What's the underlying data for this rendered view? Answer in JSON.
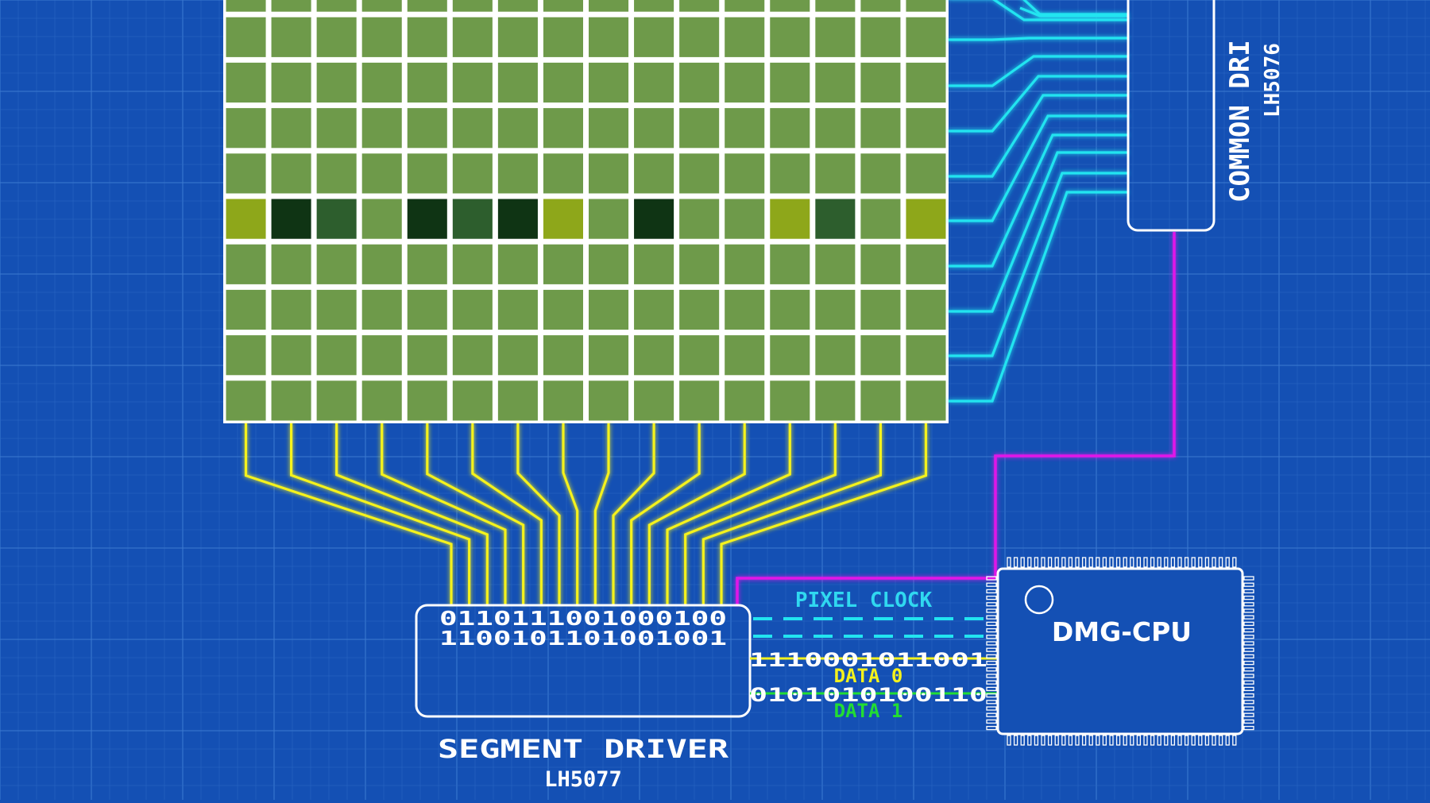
{
  "colors": {
    "background": "#1450b4",
    "grid_minor": "#2a68c4",
    "grid_major": "#3a78d0",
    "lcd_cell": "#6e9a4a",
    "lcd_border": "#ffffff",
    "pixel_light": "#8ea71a",
    "pixel_mid": "#2d5e2d",
    "pixel_dark": "#0f3414",
    "trace_common": "#22e4f0",
    "trace_segment": "#f4f21c",
    "trace_clock": "#e018e8",
    "pixel_clock_text": "#30d8f0",
    "data0_text": "#f4f21c",
    "data1_text": "#22dd33",
    "chip_outline": "#ffffff"
  },
  "lcd": {
    "columns": 16,
    "visible_rows": 10,
    "active_row": 5,
    "active_row_shades": [
      "light",
      "dark",
      "mid",
      "off",
      "dark",
      "mid",
      "dark",
      "light",
      "off",
      "dark",
      "off",
      "off",
      "light",
      "mid",
      "off",
      "light"
    ]
  },
  "segment_driver": {
    "title": "SEGMENT DRIVER",
    "part": "LH5077",
    "bits_row_1": "0110111001000100",
    "bits_row_2": "1100101101001001"
  },
  "common_driver": {
    "title": "COMMON DRI",
    "part": "LH5076"
  },
  "cpu": {
    "label": "DMG-CPU"
  },
  "signals": {
    "pixel_clock": "PIXEL CLOCK",
    "data0_label": "DATA 0",
    "data0_bits": "1110001011001",
    "data1_label": "DATA 1",
    "data1_bits": "0101010100110"
  }
}
